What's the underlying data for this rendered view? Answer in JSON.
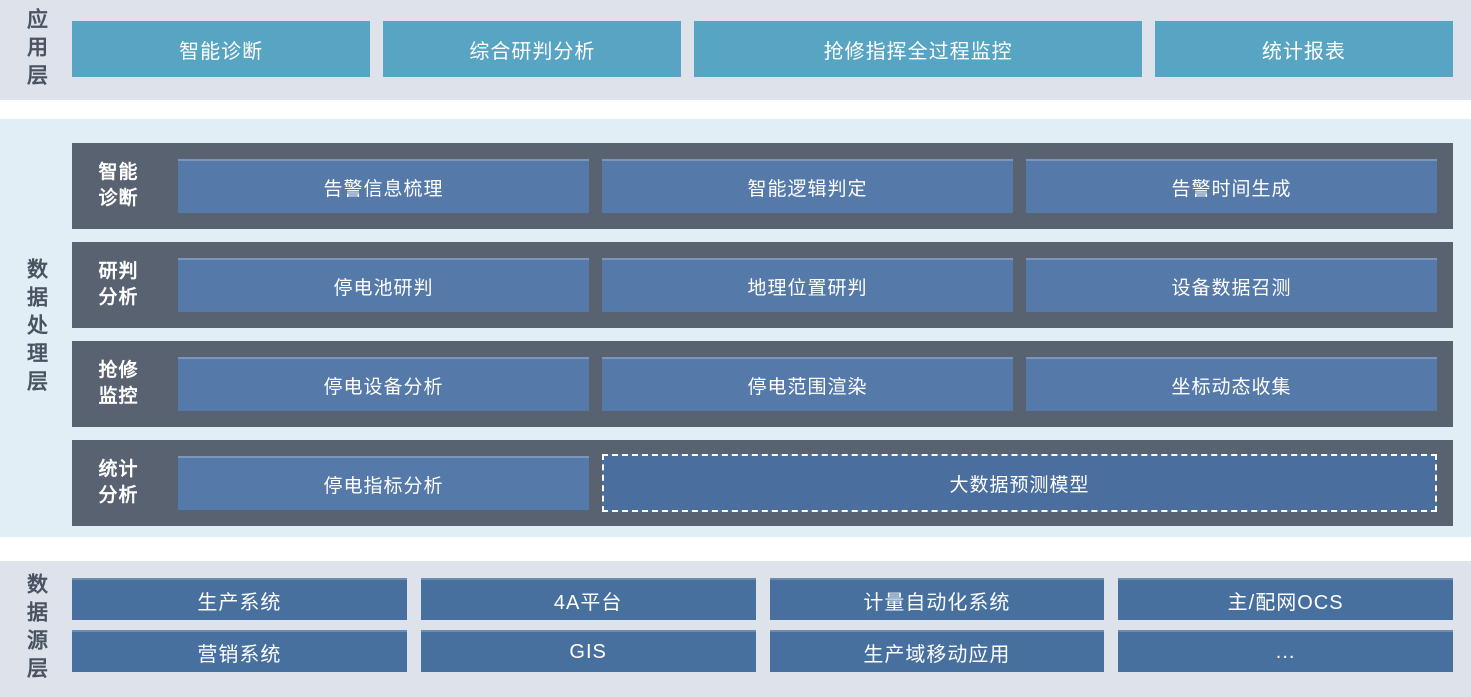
{
  "app_layer": {
    "label": "应用层",
    "buttons": [
      "智能诊断",
      "综合研判分析",
      "抢修指挥全过程监控",
      "统计报表"
    ]
  },
  "process_layer": {
    "label": "数据处理层",
    "rows": [
      {
        "label": "智能\n诊断",
        "items": [
          "告警信息梳理",
          "智能逻辑判定",
          "告警时间生成"
        ]
      },
      {
        "label": "研判\n分析",
        "items": [
          "停电池研判",
          "地理位置研判",
          "设备数据召测"
        ]
      },
      {
        "label": "抢修\n监控",
        "items": [
          "停电设备分析",
          "停电范围渲染",
          "坐标动态收集"
        ]
      },
      {
        "label": "统计\n分析",
        "items": [
          "停电指标分析"
        ],
        "wide_item": "大数据预测模型"
      }
    ]
  },
  "source_layer": {
    "label": "数据源层",
    "row1": [
      "生产系统",
      "4A平台",
      "计量自动化系统",
      "主/配网OCS"
    ],
    "row2": [
      "营销系统",
      "GIS",
      "生产域移动应用",
      "..."
    ]
  },
  "colors": {
    "app_button": "#58a5c3",
    "process_row": "#596270",
    "process_box": "#5579a8",
    "dashed_box": "#4a6f9e",
    "source_box": "#47709e",
    "band_gray": "#dee3eb",
    "band_blue": "#e1eef5",
    "label_text": "#4a5361"
  }
}
